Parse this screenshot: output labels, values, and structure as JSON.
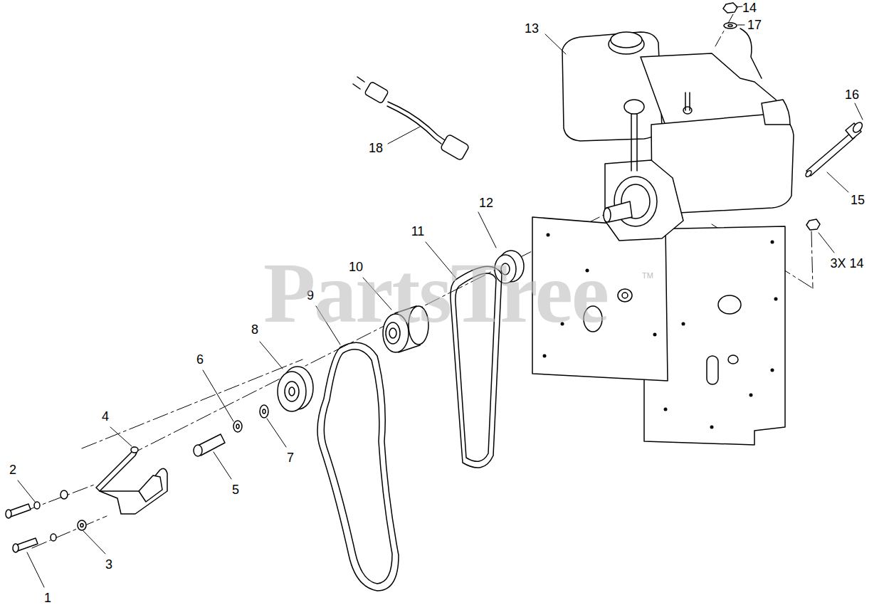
{
  "diagram": {
    "labels": [
      "14",
      "17",
      "13",
      "16",
      "18",
      "12",
      "15",
      "11",
      "3X 14",
      "10",
      "9",
      "8",
      "6",
      "4",
      "2",
      "7",
      "5",
      "3",
      "1",
      "PartsTree",
      "TM"
    ]
  }
}
